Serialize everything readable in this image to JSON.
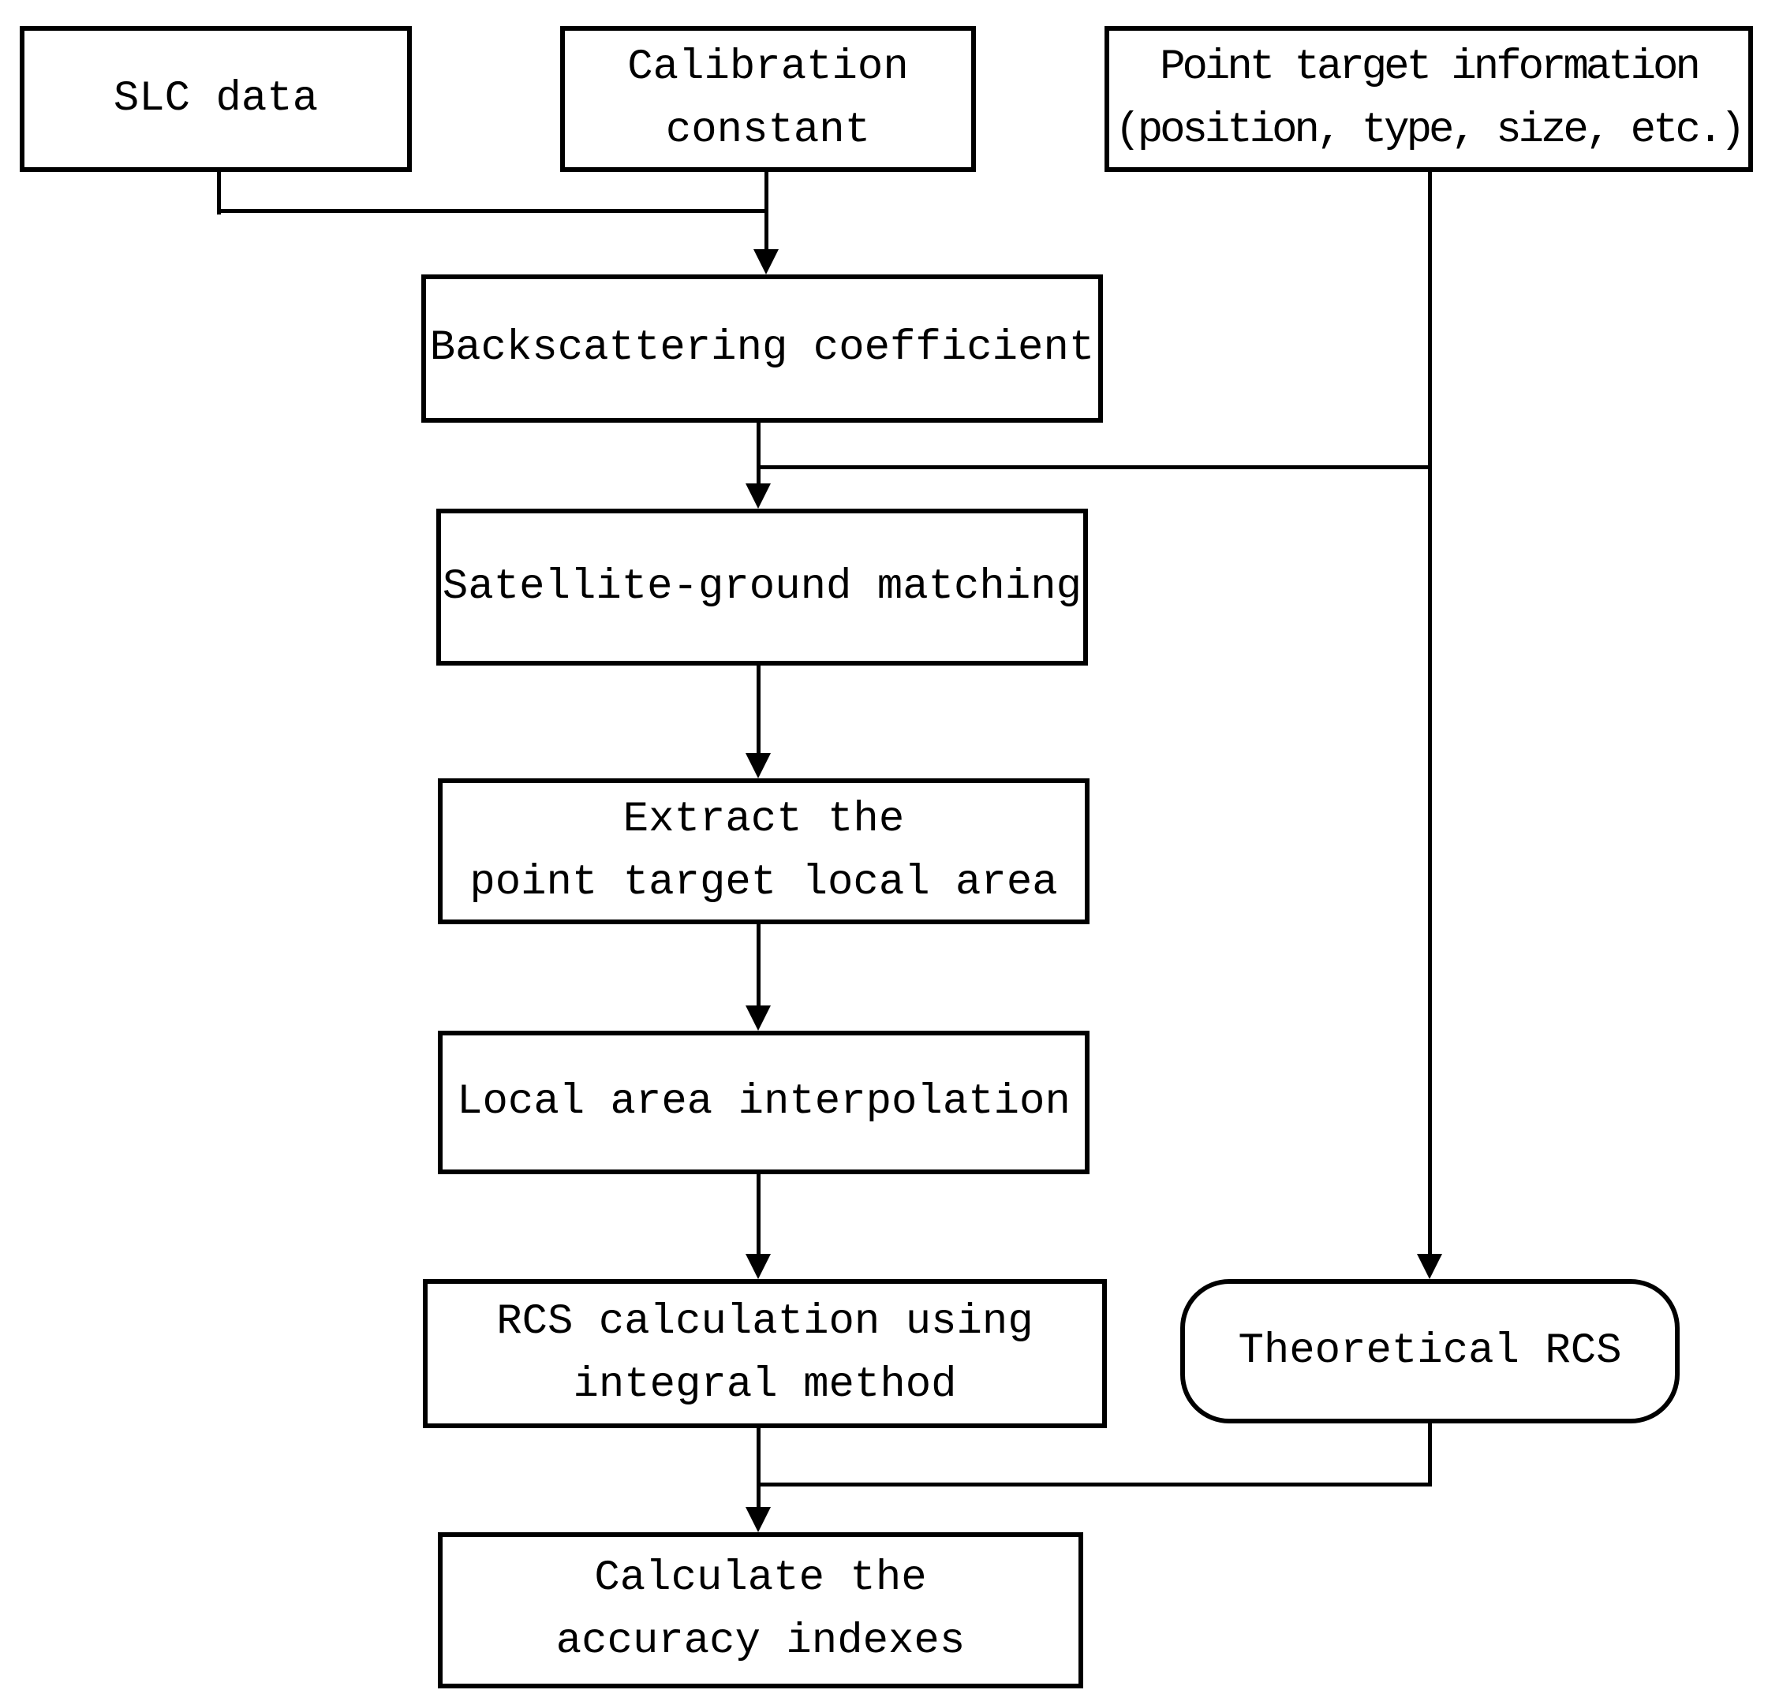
{
  "colors": {
    "background": "#ffffff",
    "stroke": "#000000",
    "text": "#000000"
  },
  "nodes": {
    "slc_data": {
      "lines": [
        "SLC data"
      ]
    },
    "calibration_constant": {
      "lines": [
        "Calibration",
        "constant"
      ]
    },
    "point_target_information": {
      "lines": [
        "Point target information",
        "(position, type, size, etc.)"
      ]
    },
    "backscattering_coefficient": {
      "lines": [
        "Backscattering coefficient"
      ]
    },
    "satellite_ground_matching": {
      "lines": [
        "Satellite-ground matching"
      ]
    },
    "extract_point_target_local_area": {
      "lines": [
        "Extract the",
        "point target local area"
      ]
    },
    "local_area_interpolation": {
      "lines": [
        "Local area interpolation"
      ]
    },
    "rcs_calculation_integral": {
      "lines": [
        "RCS calculation using",
        "integral method"
      ]
    },
    "theoretical_rcs": {
      "lines": [
        "Theoretical RCS"
      ]
    },
    "calculate_accuracy_indexes": {
      "lines": [
        "Calculate the",
        "accuracy indexes"
      ]
    }
  }
}
